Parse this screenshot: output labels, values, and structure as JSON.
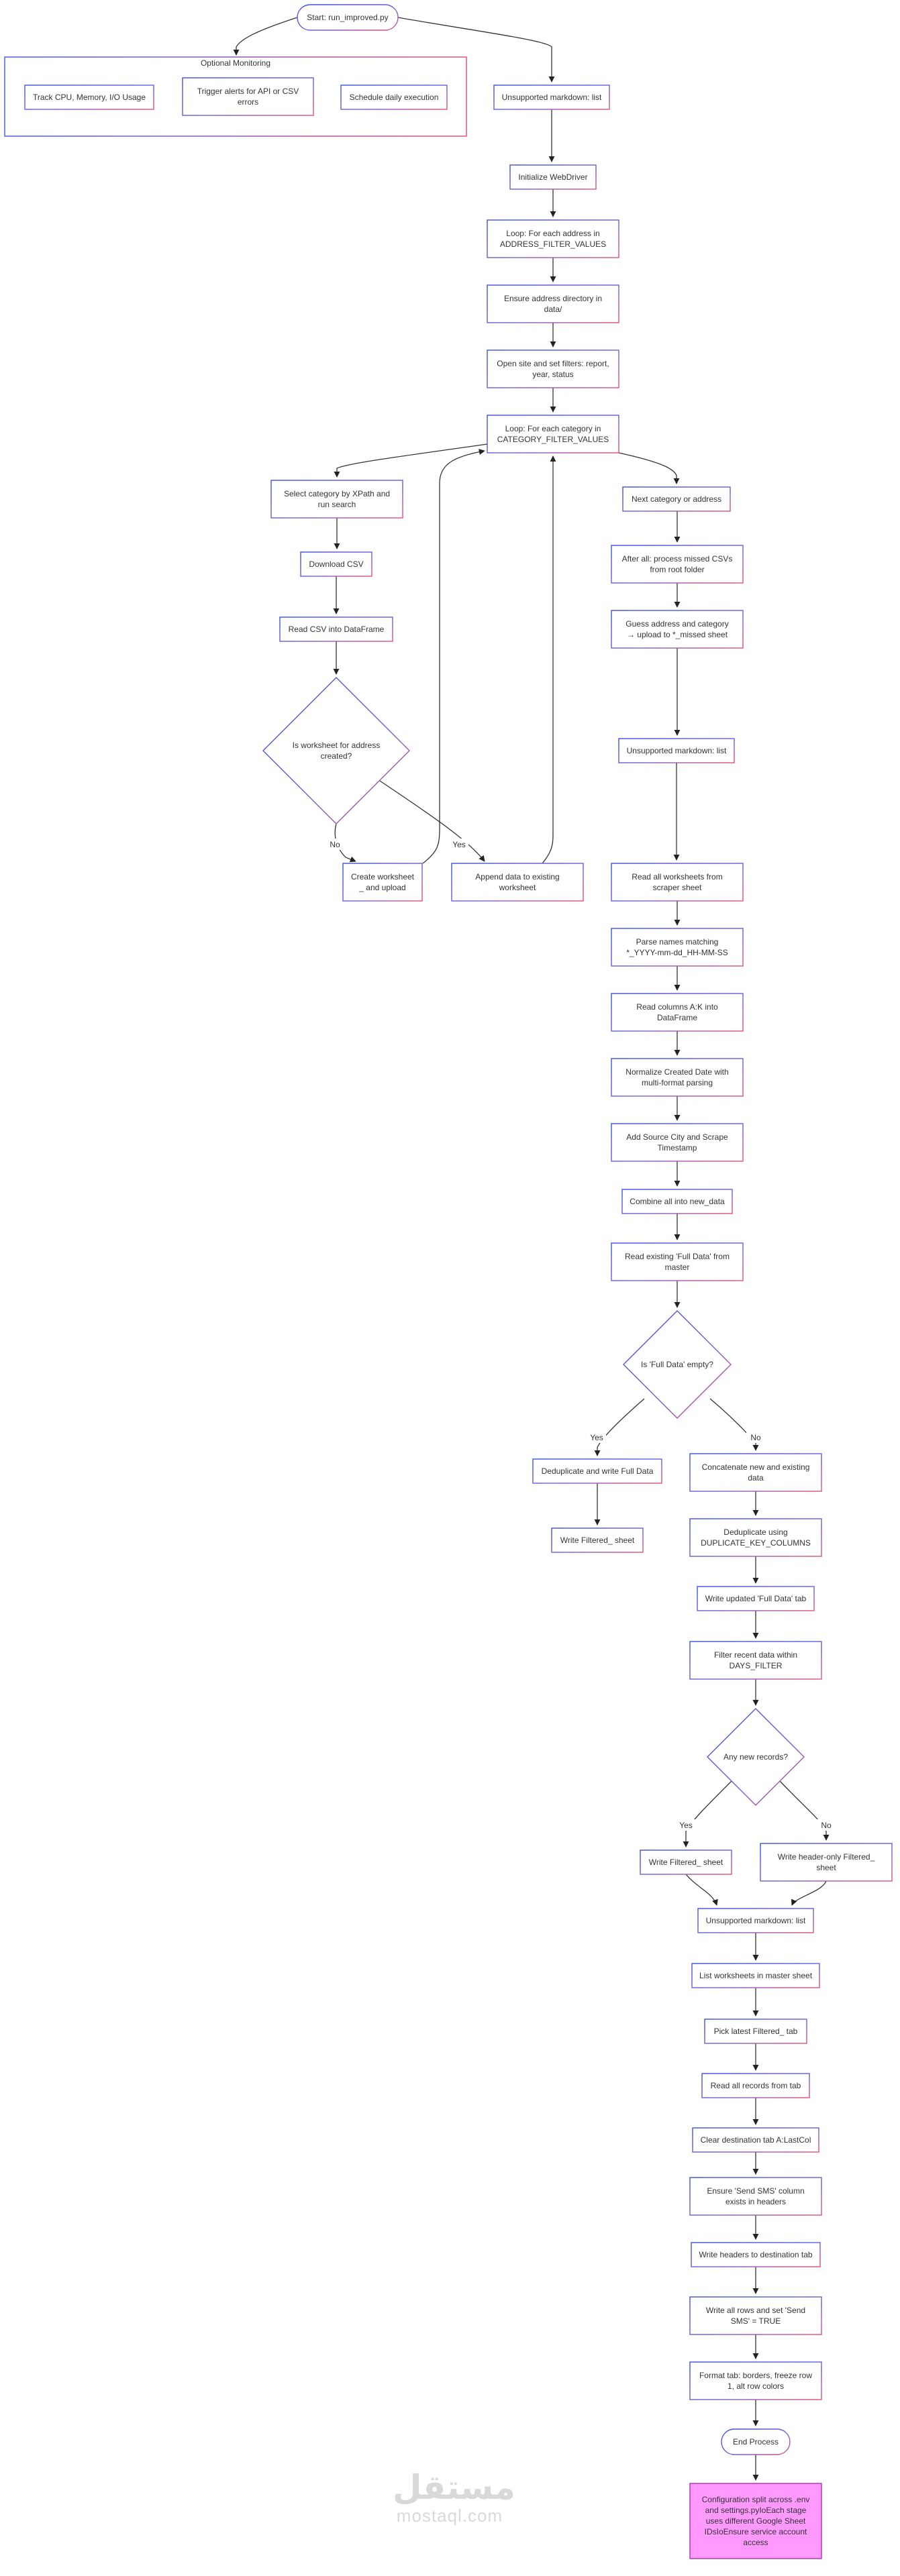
{
  "group": {
    "title": "Optional Monitoring"
  },
  "nodes": {
    "start": [
      "Start: run_improved.py"
    ],
    "mon_track": [
      "Track CPU, Memory, I/O Usage"
    ],
    "mon_alerts": [
      "Trigger alerts for API or CSV",
      "errors"
    ],
    "mon_schedule": [
      "Schedule daily execution"
    ],
    "unsupported1": [
      "Unsupported markdown: list"
    ],
    "init_webdriver": [
      "Initialize WebDriver"
    ],
    "loop_address": [
      "Loop: For each address in",
      "ADDRESS_FILTER_VALUES"
    ],
    "ensure_dir": [
      "Ensure address directory in",
      "data/"
    ],
    "open_site": [
      "Open site and set filters: report,",
      "year, status"
    ],
    "loop_category": [
      "Loop: For each category in",
      "CATEGORY_FILTER_VALUES"
    ],
    "select_category": [
      "Select category by XPath and",
      "run search"
    ],
    "download_csv": [
      "Download CSV"
    ],
    "read_csv": [
      "Read CSV into DataFrame"
    ],
    "is_worksheet": [
      "Is worksheet for address",
      "created?"
    ],
    "create_ws": [
      "Create worksheet",
      "_ and upload"
    ],
    "append_data": [
      "Append data to existing",
      "worksheet"
    ],
    "next_category": [
      "Next category or address"
    ],
    "after_all": [
      "After all: process missed CSVs",
      "from root folder"
    ],
    "guess_address": [
      "Guess address and category",
      "→ upload to *_missed sheet"
    ],
    "unsupported2": [
      "Unsupported markdown: list"
    ],
    "read_all_ws": [
      "Read all worksheets from",
      "scraper sheet"
    ],
    "parse_names": [
      "Parse names matching",
      "*_YYYY-mm-dd_HH-MM-SS"
    ],
    "read_columns": [
      "Read columns A:K into",
      "DataFrame"
    ],
    "normalize_date": [
      "Normalize Created Date with",
      "multi-format parsing"
    ],
    "add_source": [
      "Add Source City and Scrape",
      "Timestamp"
    ],
    "combine": [
      "Combine all into new_data"
    ],
    "read_existing": [
      "Read existing 'Full Data' from",
      "master"
    ],
    "is_full_empty": [
      "Is 'Full Data' empty?"
    ],
    "dedup_write": [
      "Deduplicate and write Full Data"
    ],
    "write_filtered1": [
      "Write Filtered_ sheet"
    ],
    "concat": [
      "Concatenate new and existing",
      "data"
    ],
    "dedup_keys": [
      "Deduplicate using",
      "DUPLICATE_KEY_COLUMNS"
    ],
    "write_updated": [
      "Write updated 'Full Data' tab"
    ],
    "filter_recent": [
      "Filter recent data within",
      "DAYS_FILTER"
    ],
    "any_new": [
      "Any new records?"
    ],
    "write_filtered2": [
      "Write Filtered_ sheet"
    ],
    "write_header_only": [
      "Write header-only Filtered_",
      "sheet"
    ],
    "unsupported3": [
      "Unsupported markdown: list"
    ],
    "list_ws": [
      "List worksheets in master sheet"
    ],
    "pick_latest": [
      "Pick latest Filtered_ tab"
    ],
    "read_records": [
      "Read all records from tab"
    ],
    "clear_dest": [
      "Clear destination tab A:LastCol"
    ],
    "ensure_send": [
      "Ensure 'Send SMS' column",
      "exists in headers"
    ],
    "write_headers": [
      "Write headers to destination tab"
    ],
    "write_rows": [
      "Write all rows and set 'Send",
      "SMS' = TRUE"
    ],
    "format_tab": [
      "Format tab: borders, freeze row",
      "1, alt row colors"
    ],
    "end": [
      "End Process"
    ],
    "config_note": [
      "Configuration split across .env",
      "and settings.pyIoEach stage",
      "uses different Google Sheet",
      "IDsIoEnsure service account",
      "access"
    ]
  },
  "edge_labels": {
    "no": "No",
    "yes": "Yes"
  },
  "watermark": {
    "arabic": "مستقل",
    "latin": "mostaql.com"
  },
  "colors": {
    "node_border_blue": "#4a5ee6",
    "node_border_red": "#e05a7a",
    "group_border_blue": "#3b54e0",
    "group_border_red": "#d94a74",
    "edge": "#333333",
    "note_fill": "#ff99ff",
    "note_border": "#aa33aa",
    "background": "#ffffff"
  }
}
